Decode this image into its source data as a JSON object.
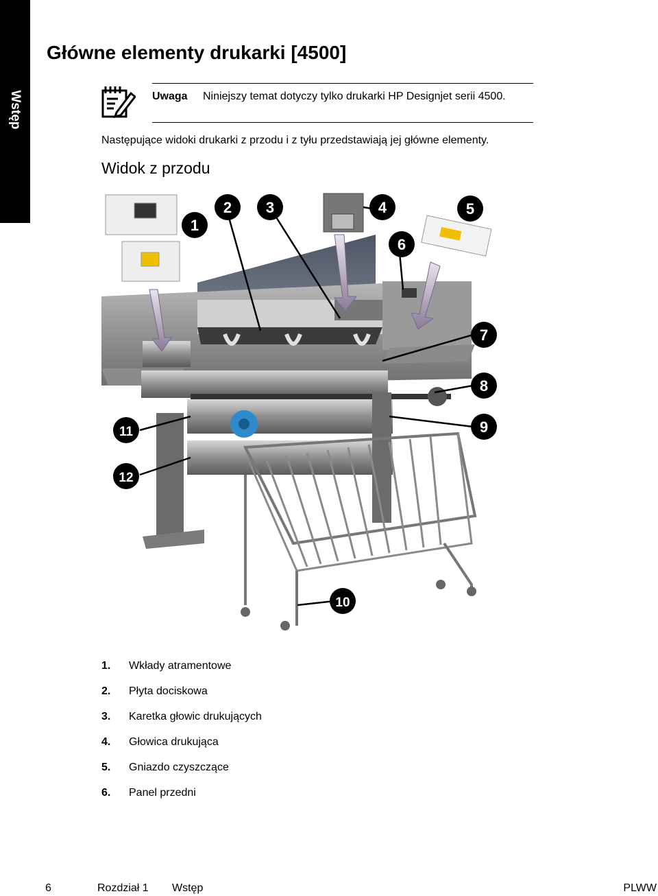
{
  "side_tab": "Wstęp",
  "title": "Główne elementy drukarki [4500]",
  "note": {
    "label": "Uwaga",
    "text": "Niniejszy temat dotyczy tylko drukarki HP Designjet serii 4500."
  },
  "intro": "Następujące widoki drukarki z przodu i z tyłu przedstawiają jej główne elementy.",
  "section_heading": "Widok z przodu",
  "figure": {
    "callouts": [
      "1",
      "2",
      "3",
      "4",
      "5",
      "6",
      "7",
      "8",
      "9",
      "10",
      "11",
      "12"
    ]
  },
  "legend": [
    {
      "num": "1.",
      "label": "Wkłady atramentowe"
    },
    {
      "num": "2.",
      "label": "Płyta dociskowa"
    },
    {
      "num": "3.",
      "label": "Karetka głowic drukujących"
    },
    {
      "num": "4.",
      "label": "Głowica drukująca"
    },
    {
      "num": "5.",
      "label": "Gniazdo czyszczące"
    },
    {
      "num": "6.",
      "label": "Panel przedni"
    }
  ],
  "footer": {
    "page_number": "6",
    "chapter": "Rozdział 1",
    "chapter_name": "Wstęp",
    "locale": "PLWW"
  }
}
